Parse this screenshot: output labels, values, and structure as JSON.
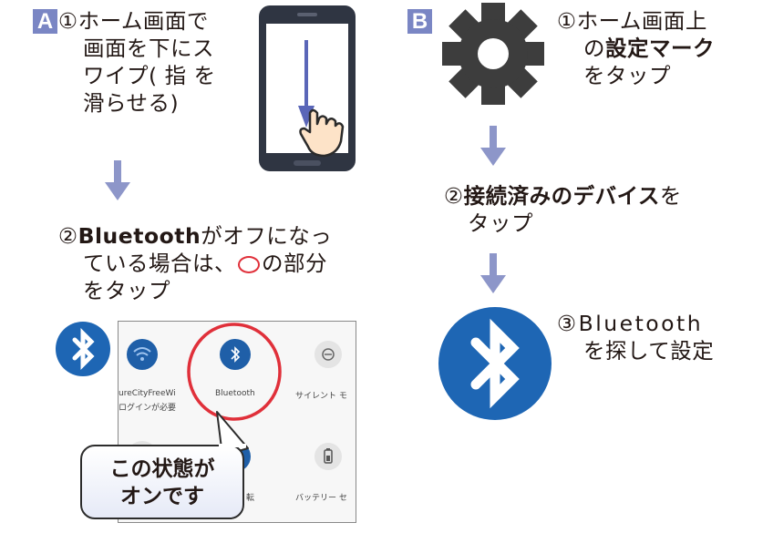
{
  "panel_a": {
    "badge": "A",
    "step1": [
      "①ホーム画面で",
      "画面を下にス",
      "ワイプ( 指 を",
      "滑らせる)"
    ],
    "step2_prefix": "②",
    "step2_bold": "Bluetooth",
    "step2_rest1": "がオフになっ",
    "step2_line2a": "ている場合は、",
    "step2_line2b": "の部分",
    "step2_line3": "をタップ",
    "tiles": {
      "wifi_label1": "ureCityFreeWi",
      "wifi_label2": "ログインが必要",
      "bluetooth_label": "Bluetooth",
      "silent_label": "サイレント モ",
      "rotate_label": "転",
      "battery_label": "バッテリー セ"
    },
    "callout": [
      "この状態が",
      "オンです"
    ]
  },
  "panel_b": {
    "badge": "B",
    "step1": [
      "①ホーム画面上",
      "の",
      "設定マーク",
      "をタップ"
    ],
    "step2": [
      "②",
      "接続済みのデバイス",
      "を",
      "タップ"
    ],
    "step3": [
      "③Bluetooth",
      "を探して設定"
    ]
  },
  "colors": {
    "badge": "#7a86c4",
    "arrow": "#8d96c9",
    "bluetooth_blue": "#1e66b4",
    "tile_blue": "#1f5fa8",
    "highlight_red": "#e0303a",
    "gear": "#3d3d3d"
  }
}
